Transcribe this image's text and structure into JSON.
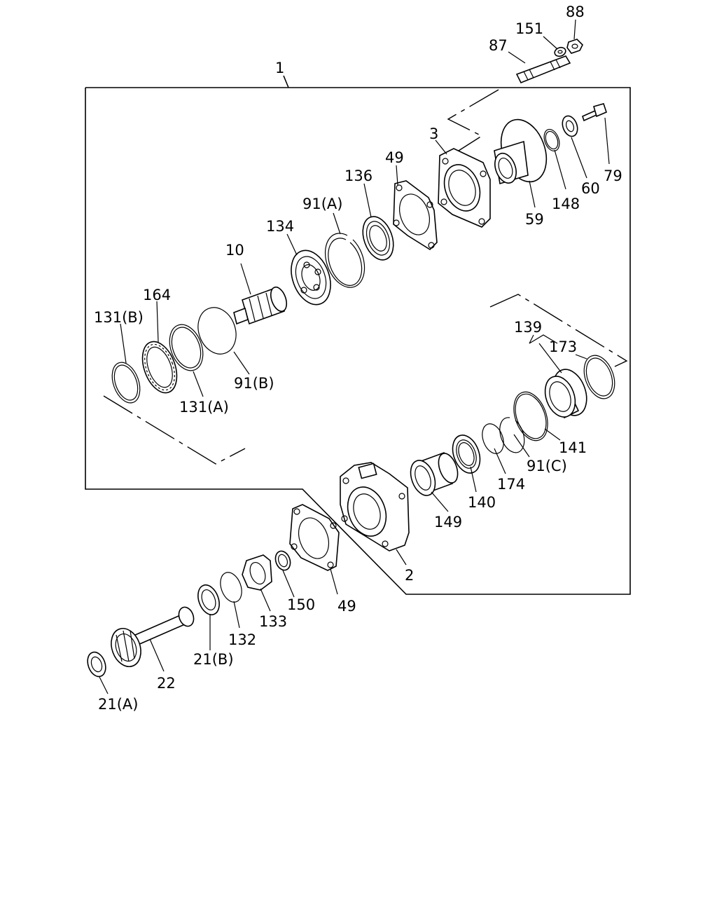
{
  "diagram": {
    "labels": {
      "assembly": "1",
      "housing_front": "2",
      "housing_rear": "3",
      "shaft": "10",
      "gear_a": "21(A)",
      "gear_b": "21(B)",
      "drive_shaft": "22",
      "gasket_upper": "49",
      "gasket_lower": "49",
      "flange": "59",
      "washer_60": "60",
      "bolt_79": "79",
      "stud": "87",
      "nut": "88",
      "snap_ring_a": "91(A)",
      "snap_ring_b": "91(B)",
      "snap_ring_c": "91(C)",
      "ring_131a": "131(A)",
      "ring_131b": "131(B)",
      "ring_132": "132",
      "collar_133": "133",
      "bearing_134": "134",
      "oil_seal_136": "136",
      "part_139": "139",
      "bearing_140": "140",
      "o_ring_141": "141",
      "o_ring_148": "148",
      "bearing_149": "149",
      "needle_150": "150",
      "washer_151": "151",
      "roller_164": "164",
      "shim_173": "173",
      "ring_174": "174"
    }
  }
}
